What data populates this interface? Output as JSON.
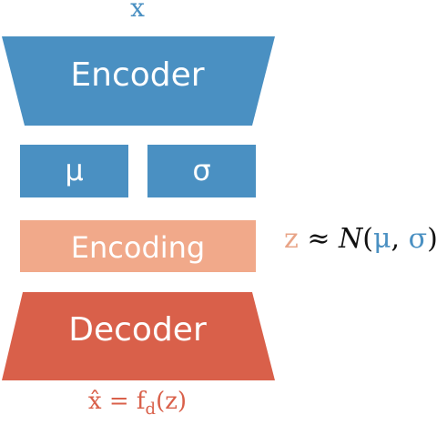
{
  "input": {
    "label": "x"
  },
  "encoder": {
    "label": "Encoder"
  },
  "latent_params": {
    "mu_label": "μ",
    "sigma_label": "σ"
  },
  "encoding": {
    "label": "Encoding"
  },
  "decoder": {
    "label": "Decoder"
  },
  "latent_equation": {
    "z": "z",
    "approx": " ≈ ",
    "dist": "N",
    "open": "(",
    "mu": "μ",
    "sep": ", ",
    "sigma": "σ",
    "close": ")"
  },
  "reconstruction_equation": {
    "lhs": "x̂",
    "eq": " = f",
    "sub": "d",
    "arg": "(z)"
  },
  "colors": {
    "encoder": "#4a90c2",
    "latent_params": "#4a90c2",
    "encoding": "#f1a98a",
    "decoder": "#d9604a",
    "text_light": "#ffffff"
  }
}
